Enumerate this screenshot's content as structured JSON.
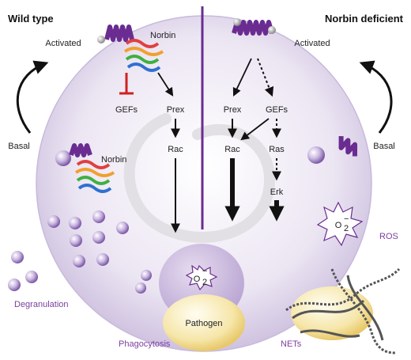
{
  "panels": {
    "left_title": "Wild type",
    "right_title": "Norbin deficient"
  },
  "left": {
    "activated": "Activated",
    "basal": "Basal",
    "norbin_top": "Norbin",
    "norbin_mid": "Norbin",
    "gefs": "GEFs",
    "prex": "Prex",
    "rac": "Rac"
  },
  "right": {
    "activated": "Activated",
    "basal": "Basal",
    "prex": "Prex",
    "gefs": "GEFs",
    "rac": "Rac",
    "ras": "Ras",
    "erk": "Erk"
  },
  "outputs": {
    "degranulation": "Degranulation",
    "phagocytosis": "Phagocytosis",
    "nets": "NETs",
    "ros": "ROS",
    "pathogen": "Pathogen",
    "superoxide": "O",
    "superoxide_sub": "2",
    "superoxide_sup": "−"
  },
  "colors": {
    "purple_text": "#7b3fa0",
    "receptor": "#6a2c91",
    "divider": "#6a2c91"
  }
}
